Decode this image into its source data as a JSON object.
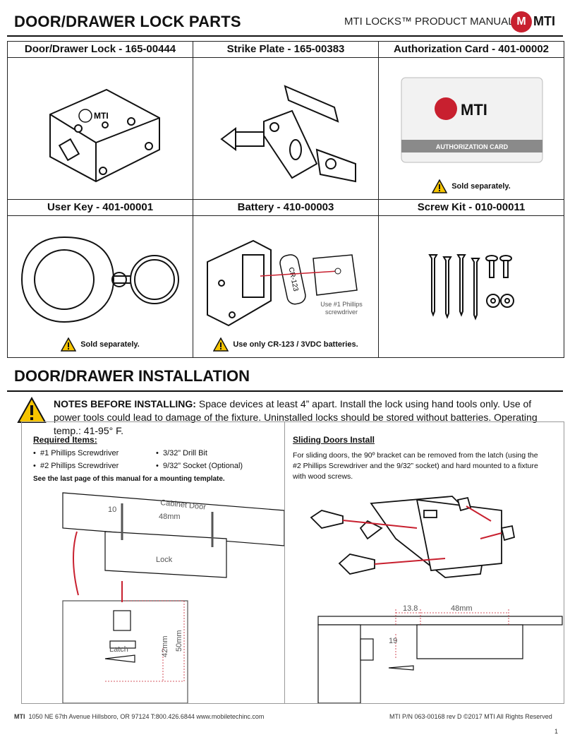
{
  "header": {
    "title": "DOOR/DRAWER LOCK PARTS",
    "manual": "MTI LOCKS™ PRODUCT MANUAL",
    "logo_text": "MTI",
    "logo_letter": "M"
  },
  "parts": [
    {
      "label": "Door/Drawer Lock - 165-00444",
      "warning": ""
    },
    {
      "label": "Strike Plate - 165-00383",
      "warning": ""
    },
    {
      "label": "Authorization Card - 401-00002",
      "warning": "Sold separately.",
      "card_logo": "MTI",
      "card_band": "AUTHORIZATION CARD"
    },
    {
      "label": "User Key - 401-00001",
      "warning": "Sold separately."
    },
    {
      "label": "Battery - 410-00003",
      "warning": "Use only CR-123 / 3VDC batteries.",
      "battery_text": "CR-123",
      "phillips_note_1": "Use #1 Phillips",
      "phillips_note_2": "screwdriver"
    },
    {
      "label": "Screw Kit - 010-00011",
      "warning": ""
    }
  ],
  "installation": {
    "title": "DOOR/DRAWER INSTALLATION",
    "notes_label": "NOTES BEFORE INSTALLING:",
    "notes_text": " Space devices at least 4” apart. Install the lock using hand tools only. Use of power tools could lead to damage of the fixture. Uninstalled locks should be stored without batteries. Operating temp.: 41-95° F.",
    "required_title": "Required Items:",
    "required_items": [
      "#1 Phillips Screwdriver",
      "3/32” Drill Bit",
      "#2 Phillips Screwdriver",
      "9/32” Socket (Optional)"
    ],
    "see_last": "See the last page of this manual for a mounting template.",
    "diagram": {
      "cabinet_door": "Cabinet Door",
      "d10": "10",
      "d48": "48mm",
      "lock": "Lock",
      "latch": "Latch",
      "d42": "42mm",
      "d50": "50mm"
    },
    "sliding_title": "Sliding Doors Install",
    "sliding_text": "For sliding doors, the 90º bracket can be removed from the latch (using the #2 Phillips Screwdriver and the 9/32” socket) and hard mounted to a fixture with wood screws.",
    "sliding_diagram": {
      "d138": "13.8",
      "d48": "48mm",
      "d19": "19"
    }
  },
  "footer": {
    "brand": "MTI",
    "address": "1050 NE 67th Avenue Hillsboro, OR 97124  T:800.426.6844 www.mobiletechinc.com",
    "pn": "MTI P/N 063-00168 rev D ©2017 MTI All Rights Reserved",
    "page": "1"
  },
  "colors": {
    "accent": "#c8202f",
    "warning": "#f5c400",
    "band": "#8a8a8a"
  }
}
